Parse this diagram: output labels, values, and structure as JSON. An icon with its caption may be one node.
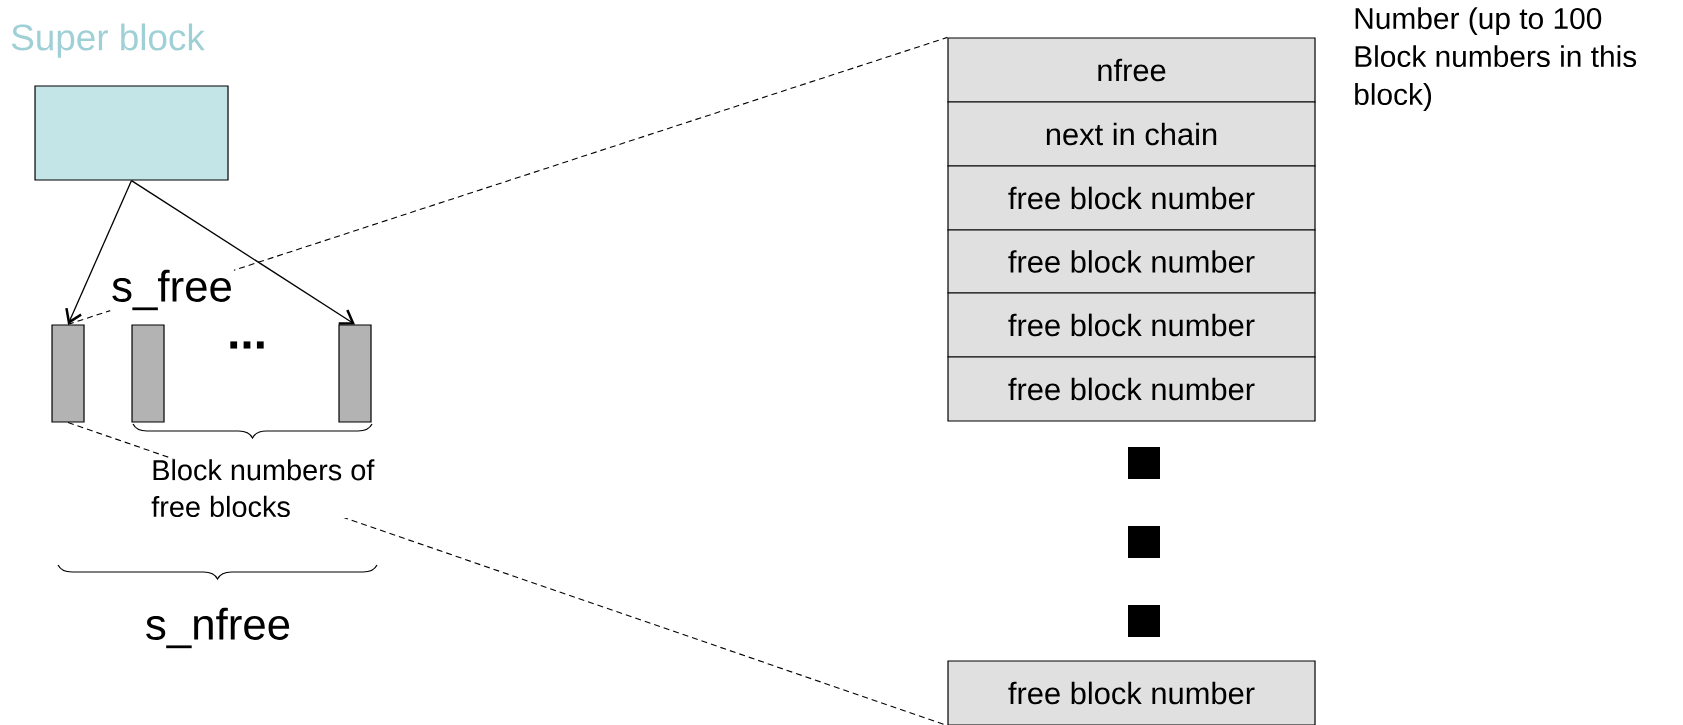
{
  "diagram": {
    "nodes": [
      {
        "text": [
          "Super block"
        ]
      },
      {
        "text": [],
        "shape": "box"
      },
      {
        "text": [],
        "shape": "box"
      },
      {
        "text": [],
        "shape": "box"
      },
      {
        "text": [
          "nfree"
        ]
      },
      {
        "text": [
          "next in chain"
        ]
      },
      {
        "text": [
          "free block number"
        ]
      },
      {
        "text": [
          "free block number"
        ]
      },
      {
        "text": [
          "free block number"
        ]
      },
      {
        "text": [
          "free block number"
        ]
      },
      {
        "text": [
          "free block number"
        ]
      }
    ],
    "edges": [
      {
        "from": 0,
        "to": 1,
        "arrow": "to"
      },
      {
        "from": 0,
        "to": 3,
        "arrow": "to"
      },
      {
        "from": 1,
        "to": 4,
        "arrow": "none",
        "style": "dashed"
      },
      {
        "from": 1,
        "to": 10,
        "arrow": "none",
        "style": "dashed"
      }
    ],
    "labels": [
      "Number (up to 100 Block numbers in this block)",
      "s_free",
      "...",
      "Block numbers of free blocks",
      "s_nfree"
    ]
  }
}
